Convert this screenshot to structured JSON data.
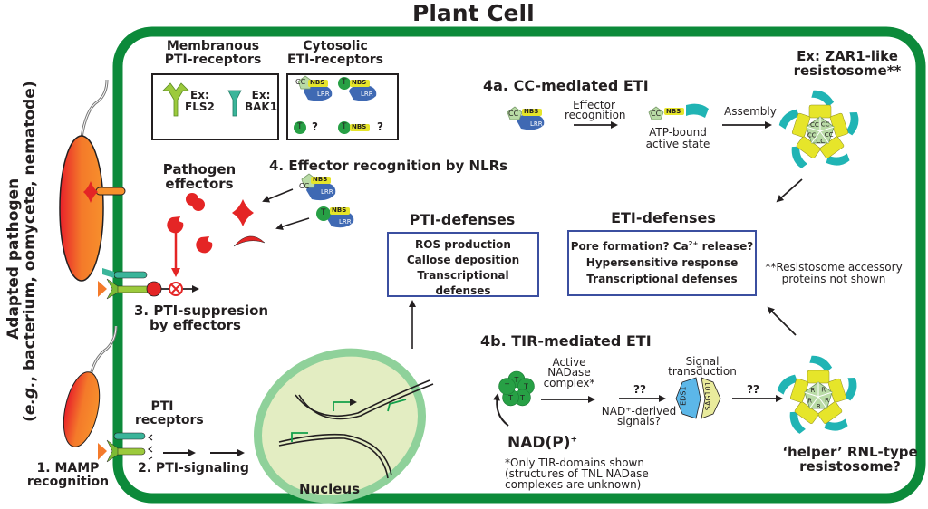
{
  "title": "Plant Cell",
  "colors": {
    "cell_wall": "#0c8a3a",
    "defense_box": "#3b4fa0",
    "effector_red": "#e42525",
    "nbs_yellow": "#e6e52a",
    "lrr_blue": "#3f69b3",
    "lrr_teal": "#20b4b4",
    "cc_pale_green": "#b9dba6",
    "tir_green": "#27a045",
    "nucleus_fill": "#e3edc2",
    "nucleus_border": "#8fd19a"
  },
  "pathogen": {
    "label_line1": "Adapted pathogen",
    "label_line2_prefix": "(",
    "label_line2_italic": "e.g.",
    "label_line2_rest": ", bacterium, oomycete, nematode)"
  },
  "receptors_legend": {
    "membranous_title_1": "Membranous",
    "membranous_title_2": "PTI-receptors",
    "ex_fls2_1": "Ex:",
    "ex_fls2_2": "FLS2",
    "ex_bak1_1": "Ex:",
    "ex_bak1_2": "BAK1",
    "cytosolic_title_1": "Cytosolic",
    "cytosolic_title_2": "ETI-receptors",
    "q1": "?",
    "q2": "?"
  },
  "domains": {
    "cc": "CC",
    "nbs": "NBS",
    "lrr": "LRR",
    "t": "T",
    "r": "R"
  },
  "steps": {
    "step1_1": "1. MAMP",
    "step1_2": "recognition",
    "step2": "2. PTI-signaling",
    "pti_receptors_1": "PTI",
    "pti_receptors_2": "receptors",
    "step3_1": "3. PTI-suppresion",
    "step3_2": "by effectors",
    "step4": "4. Effector recognition by NLRs",
    "pathogen_effectors_1": "Pathogen",
    "pathogen_effectors_2": "effectors"
  },
  "nucleus": {
    "label": "Nucleus"
  },
  "pti_defenses": {
    "title": "PTI-defenses",
    "items": [
      "ROS production",
      "Callose deposition",
      "Transcriptional defenses"
    ]
  },
  "eti_defenses": {
    "title": "ETI-defenses",
    "item1_a": "Pore formation? Ca",
    "item1_sup": "2+",
    "item1_b": " release?",
    "item2": "Hypersensitive response",
    "item3": "Transcriptional defenses"
  },
  "cc_eti": {
    "title": "4a. CC-mediated ETI",
    "effector_recognition_1": "Effector",
    "effector_recognition_2": "recognition",
    "active_state_1": "ATP-bound",
    "active_state_2": "active state",
    "assembly": "Assembly",
    "resistosome_1": "Ex: ZAR1-like",
    "resistosome_2": "resistosome**",
    "footnote_1": "**Resistosome accessory",
    "footnote_2": "proteins not shown"
  },
  "tir_eti": {
    "title": "4b. TIR-mediated ETI",
    "nadase_1": "Active",
    "nadase_2": "NADase",
    "nadase_3": "complex*",
    "qq1": "??",
    "qq2": "??",
    "nad_signals_1": "NAD⁺-derived",
    "nad_signals_2": "signals?",
    "signal_1": "Signal",
    "signal_2": "transduction",
    "eds1": "EDS1",
    "sag101": "SAG101",
    "nadp_a": "NAD(P)",
    "nadp_sup": "+",
    "footnote_1": "*Only TIR-domains shown",
    "footnote_2": "(structures of TNL NADase",
    "footnote_3": "complexes are unknown)",
    "helper_1": "‘helper’ RNL-type",
    "helper_2": "resistosome?"
  }
}
